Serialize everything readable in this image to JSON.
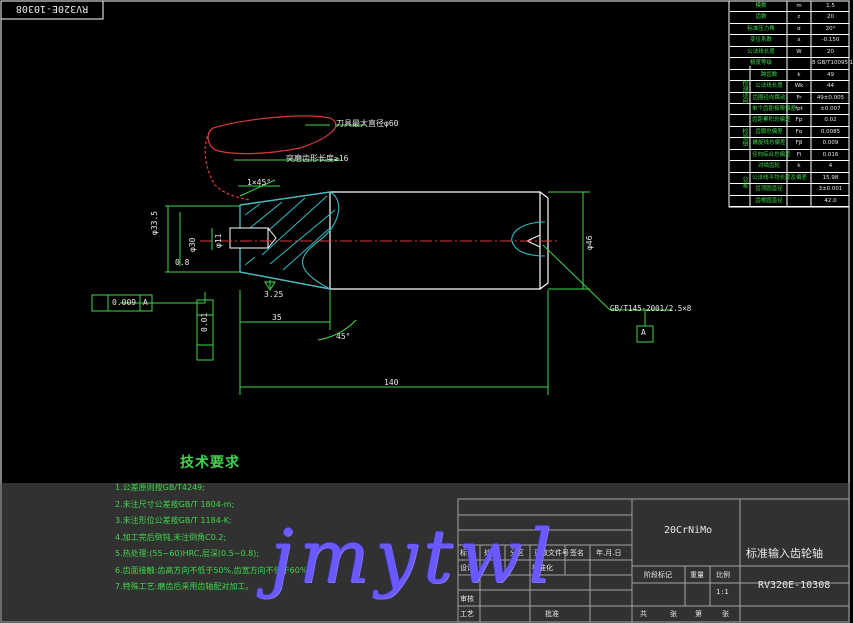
{
  "frame": {
    "rotated_title": "RV320E-10308"
  },
  "param_table": {
    "rows": [
      {
        "name": "模数",
        "sym": "m",
        "val": "1.5"
      },
      {
        "name": "齿数",
        "sym": "z",
        "val": "20"
      },
      {
        "name": "标准压力角",
        "sym": "α",
        "val": "20°"
      },
      {
        "name": "变位系数",
        "sym": "x",
        "val": "-0.150"
      },
      {
        "name": "公法线长度",
        "sym": "W",
        "val": "20"
      },
      {
        "name": "精度等级",
        "sym": "",
        "val": "8 GB/T10095.1"
      },
      {
        "name": "跨齿数",
        "sym": "k",
        "val": "49"
      },
      {
        "name": "公法线长度",
        "sym": "Wk",
        "val": "44"
      },
      {
        "name": "齿圈径向跳动",
        "sym": "Fr",
        "val": "49±0.005"
      },
      {
        "name": "单个齿距极限偏差",
        "sym": "fpt",
        "val": "±0.007"
      },
      {
        "name": "齿距累积总偏差",
        "sym": "Fp",
        "val": "0.02"
      },
      {
        "name": "齿廓总偏差",
        "sym": "Fα",
        "val": "0.0085"
      },
      {
        "name": "螺旋线总偏差",
        "sym": "Fβ",
        "val": "0.009"
      },
      {
        "name": "径向综合总偏差",
        "sym": "Fi",
        "val": "0.016"
      },
      {
        "name": "对啮齿轮",
        "sym": "k",
        "val": "4"
      },
      {
        "name": "公法线平均长度及偏差",
        "sym": "",
        "val": "15.98"
      },
      {
        "name": "齿顶圆直径",
        "sym": "",
        "val": "3±0.001"
      },
      {
        "name": "齿根圆直径",
        "sym": "",
        "val": "42.0"
      }
    ],
    "side_labels": [
      "检测项目",
      "检验组",
      "公差"
    ]
  },
  "annotations": {
    "cutter_dia": "刀具最大直径φ60",
    "relief_len": "突磨齿形长度≥16",
    "chamfer": "1×45°",
    "dia_33": "φ33.5",
    "dia_30": "φ30",
    "dia_11": "φ11",
    "dia_46": "φ46",
    "dim_08": "0.8",
    "rough_325": "3.25",
    "runout": "0.009",
    "datum_a": "A",
    "runout2": "0.01",
    "len_35": "35",
    "angle_45": "45°",
    "len_140": "140",
    "center_hole": "GB/T145-2001/2.5×8",
    "datum_box": "A"
  },
  "tech_req": {
    "title": "技术要求",
    "items": [
      "1.公差原则按GB/T4249;",
      "2.未注尺寸公差按GB/T 1804-m;",
      "3.未注形位公差按GB/T 1184-K;",
      "4.加工完后倒钝,未注倒角C0.2;",
      "5.热处理:(55~60)HRC,层深(0.5~0.8);",
      "6.齿面接触:齿高方向不低于50%,齿宽方向不低于60%",
      "7.特殊工艺:磨齿后采用齿轴配对加工。"
    ]
  },
  "title_block": {
    "material": "20CrNiMo",
    "part_name": "标准输入齿轮轴",
    "drawing_no": "RV320E-10308",
    "headers": [
      "标记",
      "处数",
      "分区",
      "更改文件号",
      "签名",
      "年.月.日"
    ],
    "roles": [
      "设计",
      "标准化",
      "审核",
      "工艺",
      "批准"
    ],
    "stage": "阶段标记",
    "weight": "重量",
    "scale": "比例",
    "scale_val": "1:1",
    "sheets": [
      "共",
      "张",
      "第",
      "张"
    ]
  },
  "watermark": {
    "text": "jmytwl"
  },
  "colors": {
    "outline": "#ffffff",
    "dim": "#3fd64a",
    "hatch": "#2fbcc4",
    "center": "#e03a3a",
    "tool": "#d83a3a"
  }
}
